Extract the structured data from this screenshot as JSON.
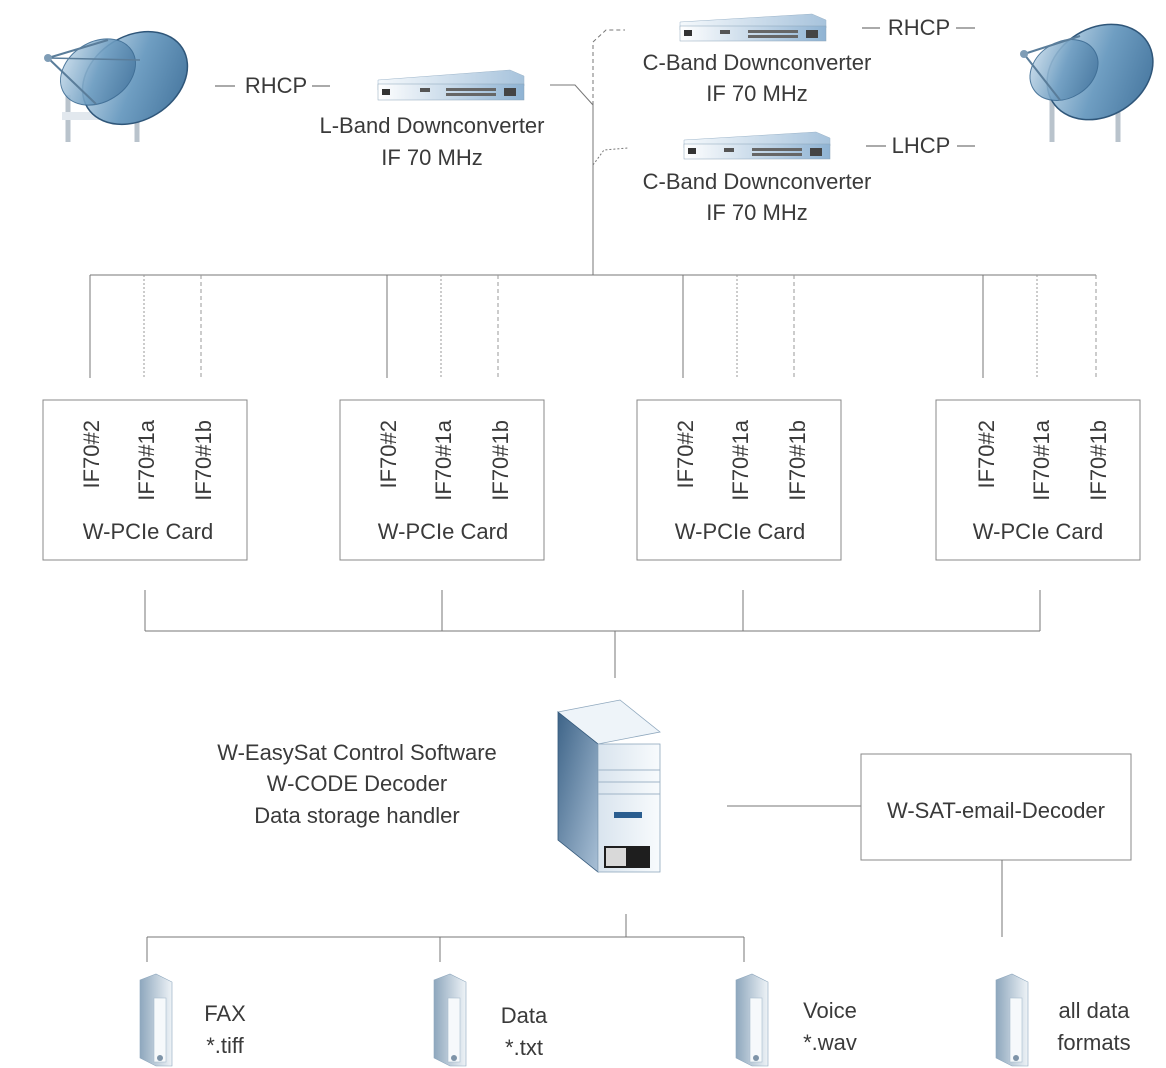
{
  "antennas": {
    "left_polarization": "RHCP",
    "right_top_polarization": "RHCP",
    "right_bottom_polarization": "LHCP"
  },
  "downconverters": [
    {
      "line1": "L-Band Downconverter",
      "line2": "IF 70 MHz"
    },
    {
      "line1": "C-Band Downconverter",
      "line2": "IF 70 MHz"
    },
    {
      "line1": "C-Band Downconverter",
      "line2": "IF 70 MHz"
    }
  ],
  "cards": [
    {
      "ports": [
        "IF70#2",
        "IF70#1a",
        "IF70#1b"
      ],
      "label": "W-PCIe Card"
    },
    {
      "ports": [
        "IF70#2",
        "IF70#1a",
        "IF70#1b"
      ],
      "label": "W-PCIe Card"
    },
    {
      "ports": [
        "IF70#2",
        "IF70#1a",
        "IF70#1b"
      ],
      "label": "W-PCIe Card"
    },
    {
      "ports": [
        "IF70#2",
        "IF70#1a",
        "IF70#1b"
      ],
      "label": "W-PCIe Card"
    }
  ],
  "server": {
    "lines": [
      "W-EasySat Control Software",
      "W-CODE Decoder",
      "Data storage handler"
    ]
  },
  "email_decoder": {
    "label": "W-SAT-email-Decoder"
  },
  "outputs": [
    {
      "line1": "FAX",
      "line2": "*.tiff"
    },
    {
      "line1": "Data",
      "line2": "*.txt"
    },
    {
      "line1": "Voice",
      "line2": "*.wav"
    },
    {
      "line1": "all data",
      "line2": "formats"
    }
  ]
}
